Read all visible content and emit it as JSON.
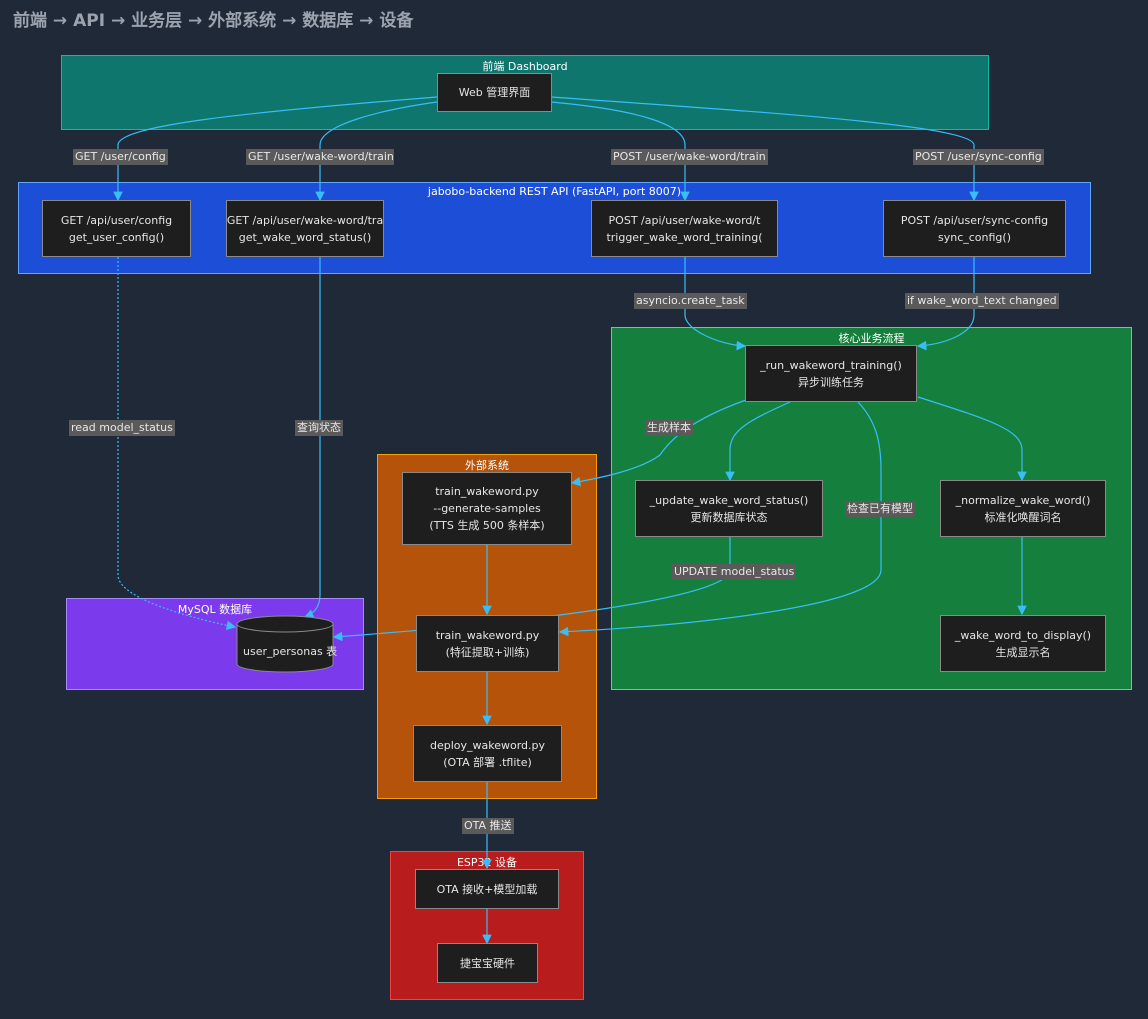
{
  "page": {
    "title": "前端 → API → 业务层 → 外部系统 → 数据库 → 设备"
  },
  "colors": {
    "frontend": "#0f766e",
    "backend": "#1d4ed8",
    "core": "#15803d",
    "external": "#b45309",
    "database": "#7c3aed",
    "device": "#b91c1c",
    "edge": "#38bdf8"
  },
  "groups": {
    "frontend": "前端 Dashboard",
    "backend": "jabobo-backend REST API (FastAPI, port 8007)",
    "core": "核心业务流程",
    "external": "外部系统",
    "database": "MySQL 数据库",
    "device": "ESP32 设备"
  },
  "nodes": {
    "web_ui": [
      "Web 管理界面"
    ],
    "get_config": [
      "GET /api/user/config",
      "get_user_config()"
    ],
    "get_status": [
      "GET /api/user/wake-word/tra",
      "get_wake_word_status()"
    ],
    "post_train": [
      "POST /api/user/wake-word/t",
      "trigger_wake_word_training("
    ],
    "post_sync": [
      "POST /api/user/sync-config",
      "sync_config()"
    ],
    "run_training": [
      "_run_wakeword_training()",
      "异步训练任务"
    ],
    "update_status": [
      "_update_wake_word_status()",
      "更新数据库状态"
    ],
    "normalize": [
      "_normalize_wake_word()",
      "标准化唤醒词名"
    ],
    "to_display": [
      "_wake_word_to_display()",
      "生成显示名"
    ],
    "gen_samples": [
      "train_wakeword.py",
      "--generate-samples",
      "(TTS 生成 500 条样本)"
    ],
    "train": [
      "train_wakeword.py",
      "(特征提取+训练)"
    ],
    "deploy": [
      "deploy_wakeword.py",
      "(OTA 部署 .tflite)"
    ],
    "user_personas": "user_personas 表",
    "ota_recv": [
      "OTA 接收+模型加载"
    ],
    "hardware": [
      "捷宝宝硬件"
    ]
  },
  "edges": {
    "get_config": "GET /user/config",
    "get_status": "GET /user/wake-word/train/s",
    "post_train": "POST /user/wake-word/train",
    "post_sync": "POST /user/sync-config",
    "read_status": "read model_status",
    "query_status": "查询状态",
    "create_task": "asyncio.create_task",
    "changed": "if wake_word_text changed",
    "gen_samples": "生成样本",
    "check_model": "检查已有模型",
    "update_model": "UPDATE model_status",
    "ota_push": "OTA 推送"
  }
}
